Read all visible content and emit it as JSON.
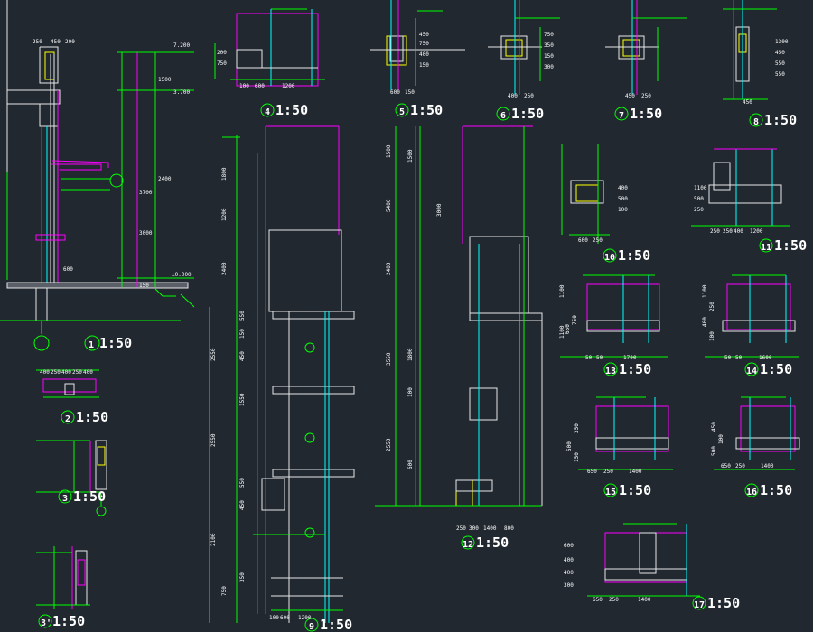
{
  "colors": {
    "background": "#212830",
    "line_white": "#e8e8e8",
    "line_magenta": "#ff00ff",
    "line_cyan": "#00ffff",
    "line_green": "#00ff00",
    "line_yellow": "#ffff00",
    "label": "#ffffff"
  },
  "details": [
    {
      "num": "1",
      "scale": "1:50"
    },
    {
      "num": "2",
      "scale": "1:50"
    },
    {
      "num": "3",
      "scale": "1:50"
    },
    {
      "num": "3'",
      "scale": "1:50"
    },
    {
      "num": "4",
      "scale": "1:50"
    },
    {
      "num": "5",
      "scale": "1:50"
    },
    {
      "num": "6",
      "scale": "1:50"
    },
    {
      "num": "7",
      "scale": "1:50"
    },
    {
      "num": "8",
      "scale": "1:50"
    },
    {
      "num": "9",
      "scale": "1:50"
    },
    {
      "num": "10",
      "scale": "1:50"
    },
    {
      "num": "11",
      "scale": "1:50"
    },
    {
      "num": "12",
      "scale": "1:50"
    },
    {
      "num": "13",
      "scale": "1:50"
    },
    {
      "num": "14",
      "scale": "1:50"
    },
    {
      "num": "15",
      "scale": "1:50"
    },
    {
      "num": "16",
      "scale": "1:50"
    },
    {
      "num": "17",
      "scale": "1:50"
    }
  ],
  "elevations": {
    "top": "7.200",
    "mid": "3.700",
    "ground": "±0.000"
  },
  "dimensions": {
    "d1_top": [
      "250",
      "450",
      "200"
    ],
    "d1_right": [
      "1500",
      "2400",
      "3000",
      "600",
      "3700",
      "150"
    ],
    "d2": [
      "400",
      "250",
      "400",
      "250",
      "400"
    ],
    "d4": [
      "100",
      "600",
      "1200"
    ],
    "d4_side": [
      "200",
      "750"
    ],
    "d5": [
      "600",
      "150"
    ],
    "d5_side": [
      "450",
      "750",
      "400",
      "150"
    ],
    "d6": [
      "400",
      "250"
    ],
    "d6_side": [
      "750",
      "350",
      "150",
      "300"
    ],
    "d7": [
      "450",
      "250"
    ],
    "d8": [
      "450"
    ],
    "d8_side": [
      "1300",
      "450",
      "550",
      "550"
    ],
    "d9_left": [
      "1800",
      "1200",
      "2400",
      "2550",
      "2550",
      "2100",
      "750"
    ],
    "d9_mid": [
      "550",
      "150",
      "450",
      "1550",
      "550",
      "450",
      "350"
    ],
    "d9_bottom": [
      "100",
      "600",
      "1200"
    ],
    "d10": [
      "600",
      "250"
    ],
    "d10_side": [
      "400",
      "500",
      "100"
    ],
    "d11": [
      "250",
      "250",
      "400",
      "1200"
    ],
    "d11_side": [
      "1100",
      "500",
      "250"
    ],
    "d12_left": [
      "1500",
      "5400",
      "2400",
      "3550",
      "2550"
    ],
    "d12_mid": [
      "1500",
      "1800",
      "100",
      "600",
      "3000"
    ],
    "d12_bottom": [
      "250",
      "300",
      "1400",
      "800"
    ],
    "d13": [
      "50",
      "50",
      "1700"
    ],
    "d13_side": [
      "1100",
      "750",
      "650",
      "1100"
    ],
    "d14": [
      "50",
      "50",
      "1600"
    ],
    "d14_side": [
      "1100",
      "250",
      "400",
      "100"
    ],
    "d15": [
      "650",
      "250",
      "1400"
    ],
    "d15_side": [
      "350",
      "500",
      "150"
    ],
    "d16": [
      "650",
      "250",
      "1400"
    ],
    "d16_side": [
      "450",
      "100",
      "500"
    ],
    "d17": [
      "650",
      "250",
      "1400"
    ],
    "d17_side": [
      "600",
      "400",
      "400",
      "300"
    ]
  }
}
